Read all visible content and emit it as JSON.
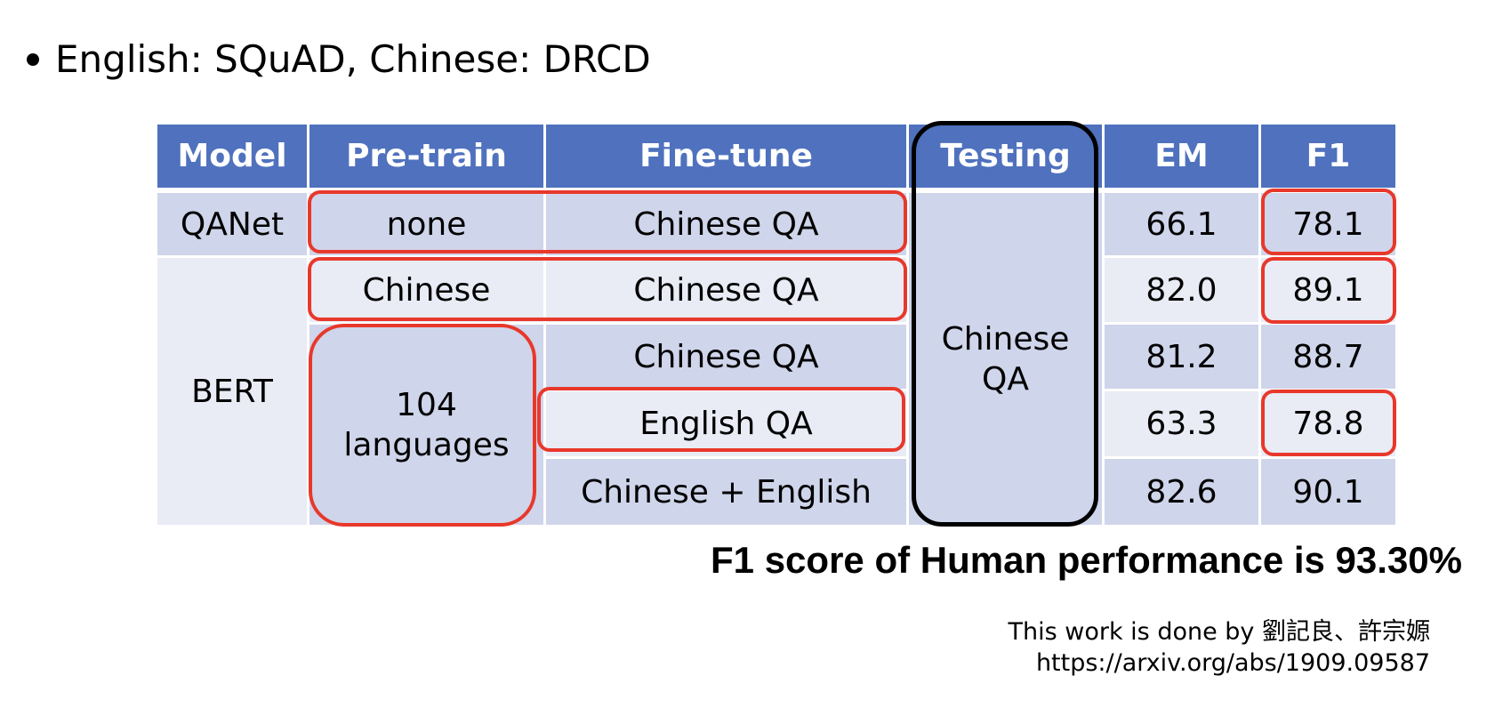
{
  "bullet": "English: SQuAD, Chinese: DRCD",
  "table": {
    "headers": [
      "Model",
      "Pre-train",
      "Fine-tune",
      "Testing",
      "EM",
      "F1"
    ],
    "models": [
      "QANet",
      "BERT"
    ],
    "pretrain": [
      "none",
      "Chinese",
      "104 languages"
    ],
    "finetune": [
      "Chinese QA",
      "Chinese QA",
      "Chinese QA",
      "English QA",
      "Chinese + English"
    ],
    "testing": "Chinese QA",
    "em": [
      "66.1",
      "82.0",
      "81.2",
      "63.3",
      "82.6"
    ],
    "f1": [
      "78.1",
      "89.1",
      "88.7",
      "78.8",
      "90.1"
    ]
  },
  "human_note": "F1 score of Human performance is 93.30%",
  "credit": "This work is done by 劉記良、許宗嫄",
  "link": "https://arxiv.org/abs/1909.09587",
  "colors": {
    "header": "#4f71be",
    "row_dark": "#cfd5ea",
    "row_light": "#e9ebf5",
    "highlight": "#e8382b"
  }
}
